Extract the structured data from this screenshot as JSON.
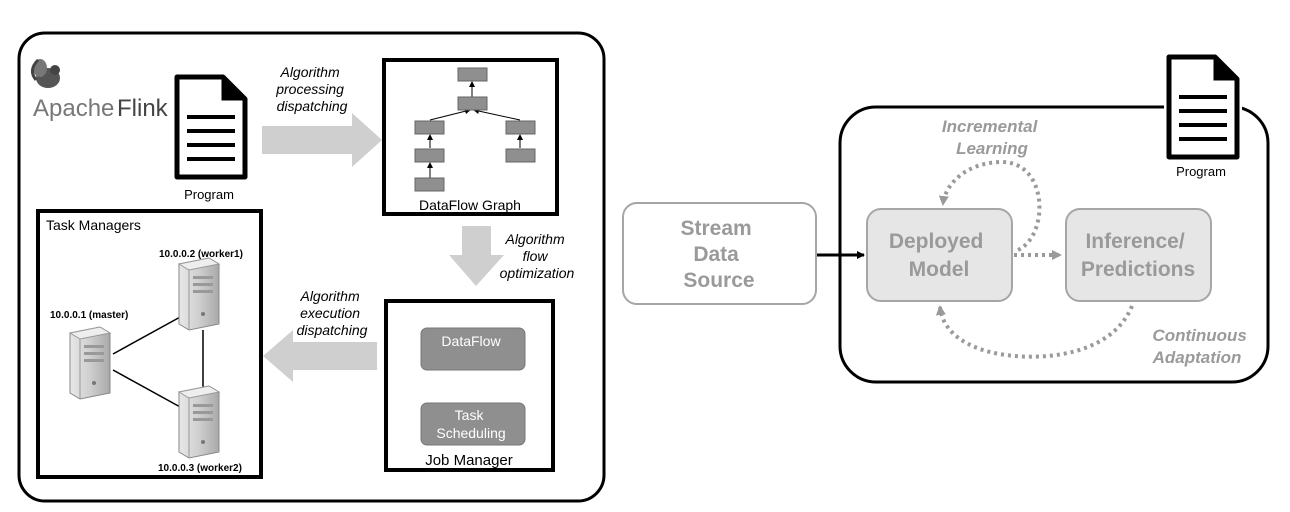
{
  "flink": {
    "logo_text_light": "Apache",
    "logo_text_dark": "Flink",
    "program_label": "Program",
    "arrow_dispatch_lines": [
      "Algorithm",
      "processing",
      "dispatching"
    ],
    "dataflow_graph_label": "DataFlow Graph",
    "arrow_optimize_lines": [
      "Algorithm",
      "flow",
      "optimization"
    ],
    "job_manager": {
      "title": "Job Manager",
      "dataflow_label": "DataFlow",
      "task_scheduling_lines": [
        "Task",
        "Scheduling"
      ]
    },
    "arrow_exec_lines": [
      "Algorithm",
      "execution",
      "dispatching"
    ],
    "task_managers": {
      "title": "Task Managers",
      "worker1": "10.0.0.2 (worker1)",
      "master": "10.0.0.1 (master)",
      "worker2": "10.0.0.3 (worker2)"
    }
  },
  "stream": {
    "source_lines": [
      "Stream",
      "Data",
      "Source"
    ],
    "model_lines": [
      "Deployed",
      "Model"
    ],
    "inference_lines": [
      "Inference/",
      "Predictions"
    ],
    "incremental_lines": [
      "Incremental",
      "Learning"
    ],
    "continuous_lines": [
      "Continuous",
      "Adaptation"
    ],
    "program_label": "Program"
  },
  "colors": {
    "frame": "#000000",
    "big_arrow": "#cfcfcf",
    "node_fill": "#8f8f8f",
    "box_fill": "#e6e6e6",
    "box_stroke": "#a6a6a6",
    "box_text": "#9a9a9a",
    "dotted": "#9a9a9a"
  }
}
